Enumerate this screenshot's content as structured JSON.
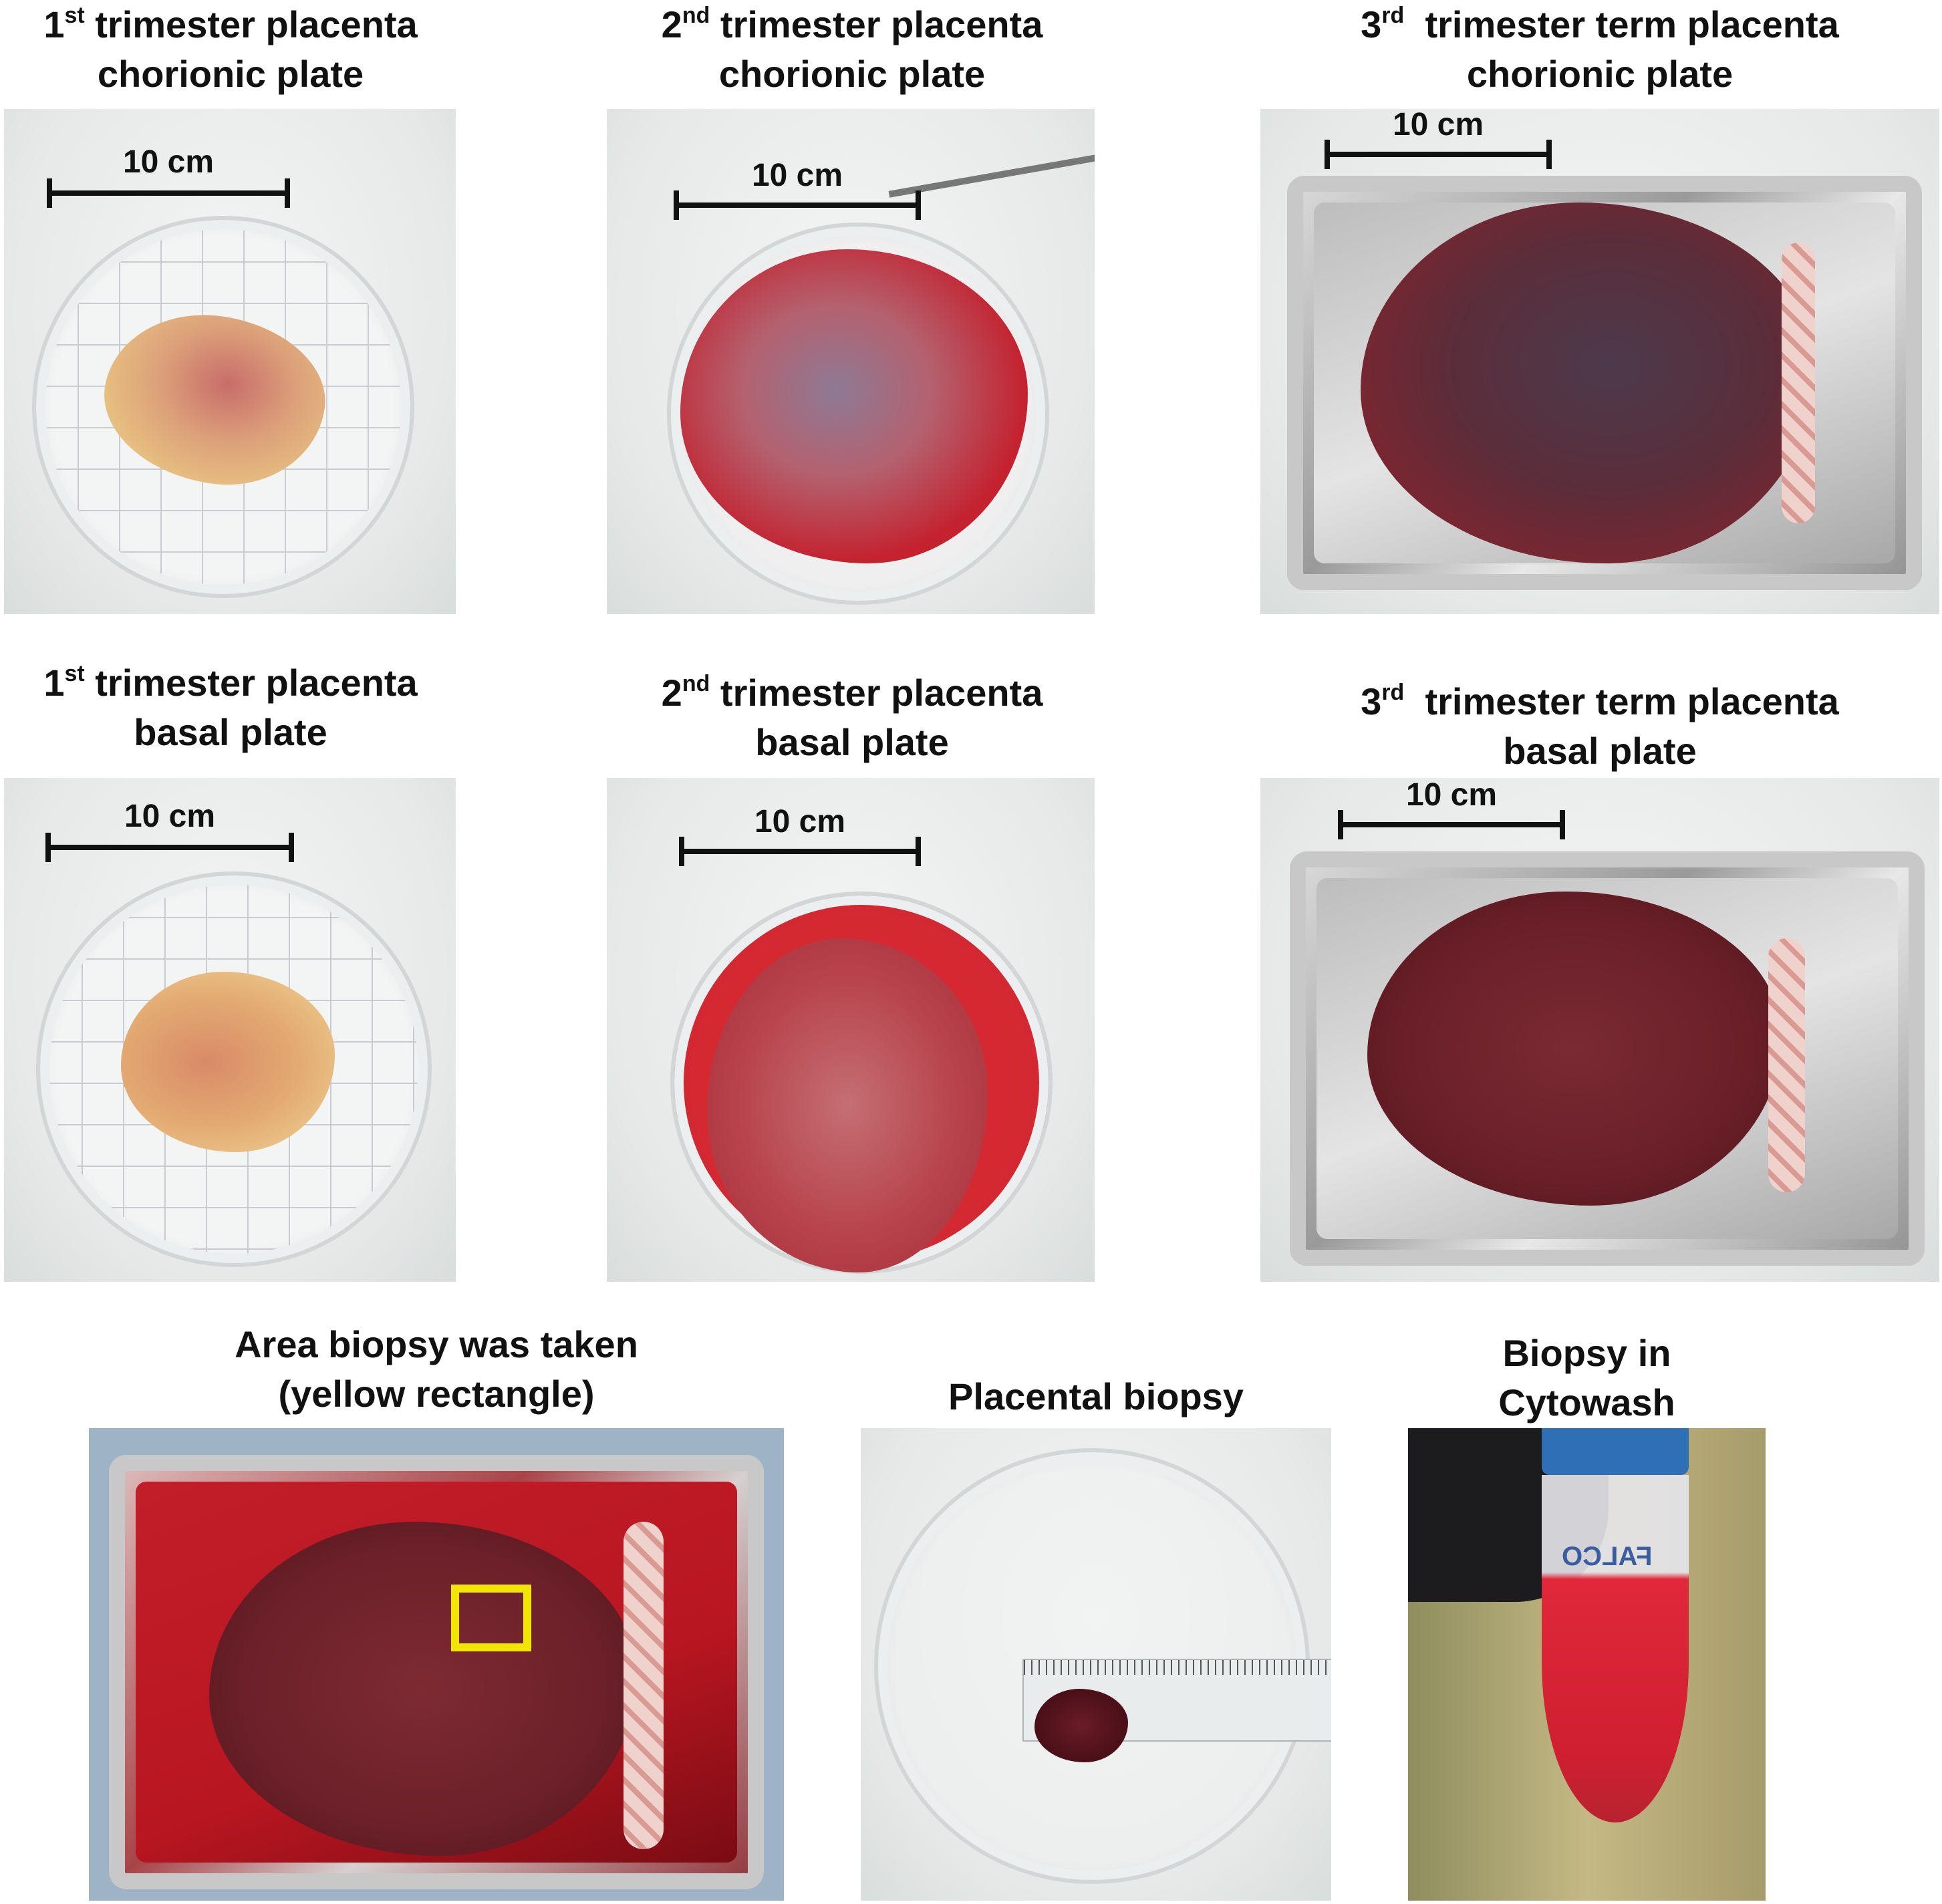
{
  "panels": [
    {
      "title_ordinal": "1",
      "title_sup": "st",
      "title_line1": " trimester placenta",
      "title_line2": "chorionic plate",
      "scale_label": "10 cm"
    },
    {
      "title_ordinal": "2",
      "title_sup": "nd",
      "title_line1": " trimester placenta",
      "title_line2": "chorionic plate",
      "scale_label": "10 cm"
    },
    {
      "title_ordinal": "3",
      "title_sup": "rd",
      "title_line1": "  trimester term placenta",
      "title_line2": "chorionic plate",
      "scale_label": "10 cm"
    },
    {
      "title_ordinal": "1",
      "title_sup": "st",
      "title_line1": " trimester placenta",
      "title_line2": "basal plate",
      "scale_label": "10 cm"
    },
    {
      "title_ordinal": "2",
      "title_sup": "nd",
      "title_line1": " trimester placenta",
      "title_line2": "basal plate",
      "scale_label": "10 cm"
    },
    {
      "title_ordinal": "3",
      "title_sup": "rd",
      "title_line1": "  trimester term placenta",
      "title_line2": "basal plate",
      "scale_label": "10 cm"
    },
    {
      "title_line1": "Area biopsy was taken",
      "title_line2": "(yellow rectangle)",
      "highlight_color": "#f2e600"
    },
    {
      "title_line1": "Placental biopsy"
    },
    {
      "title_line1": "Biopsy in",
      "title_line2": "Cytowash",
      "tube_label": "FALCO"
    }
  ]
}
